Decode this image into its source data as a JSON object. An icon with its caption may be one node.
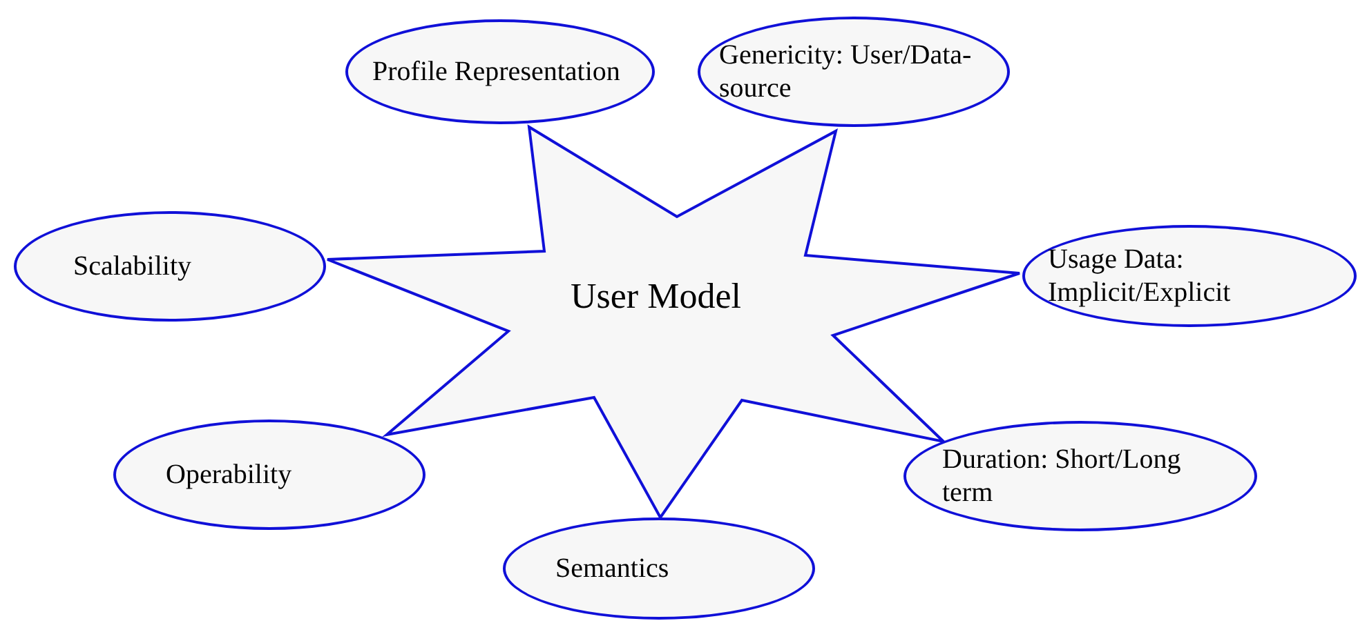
{
  "diagram": {
    "nodes": [
      {
        "text": [
          "User Model"
        ]
      },
      {
        "text": [
          "Profile Representation"
        ]
      },
      {
        "text": [
          "Genericity: User/Data-source"
        ]
      },
      {
        "text": [
          "Scalability"
        ]
      },
      {
        "text": [
          "Usage Data: Implicit/Explicit"
        ]
      },
      {
        "text": [
          "Operability"
        ]
      },
      {
        "text": [
          "Duration: Short/Long term"
        ]
      },
      {
        "text": [
          "Semantics"
        ]
      }
    ]
  }
}
